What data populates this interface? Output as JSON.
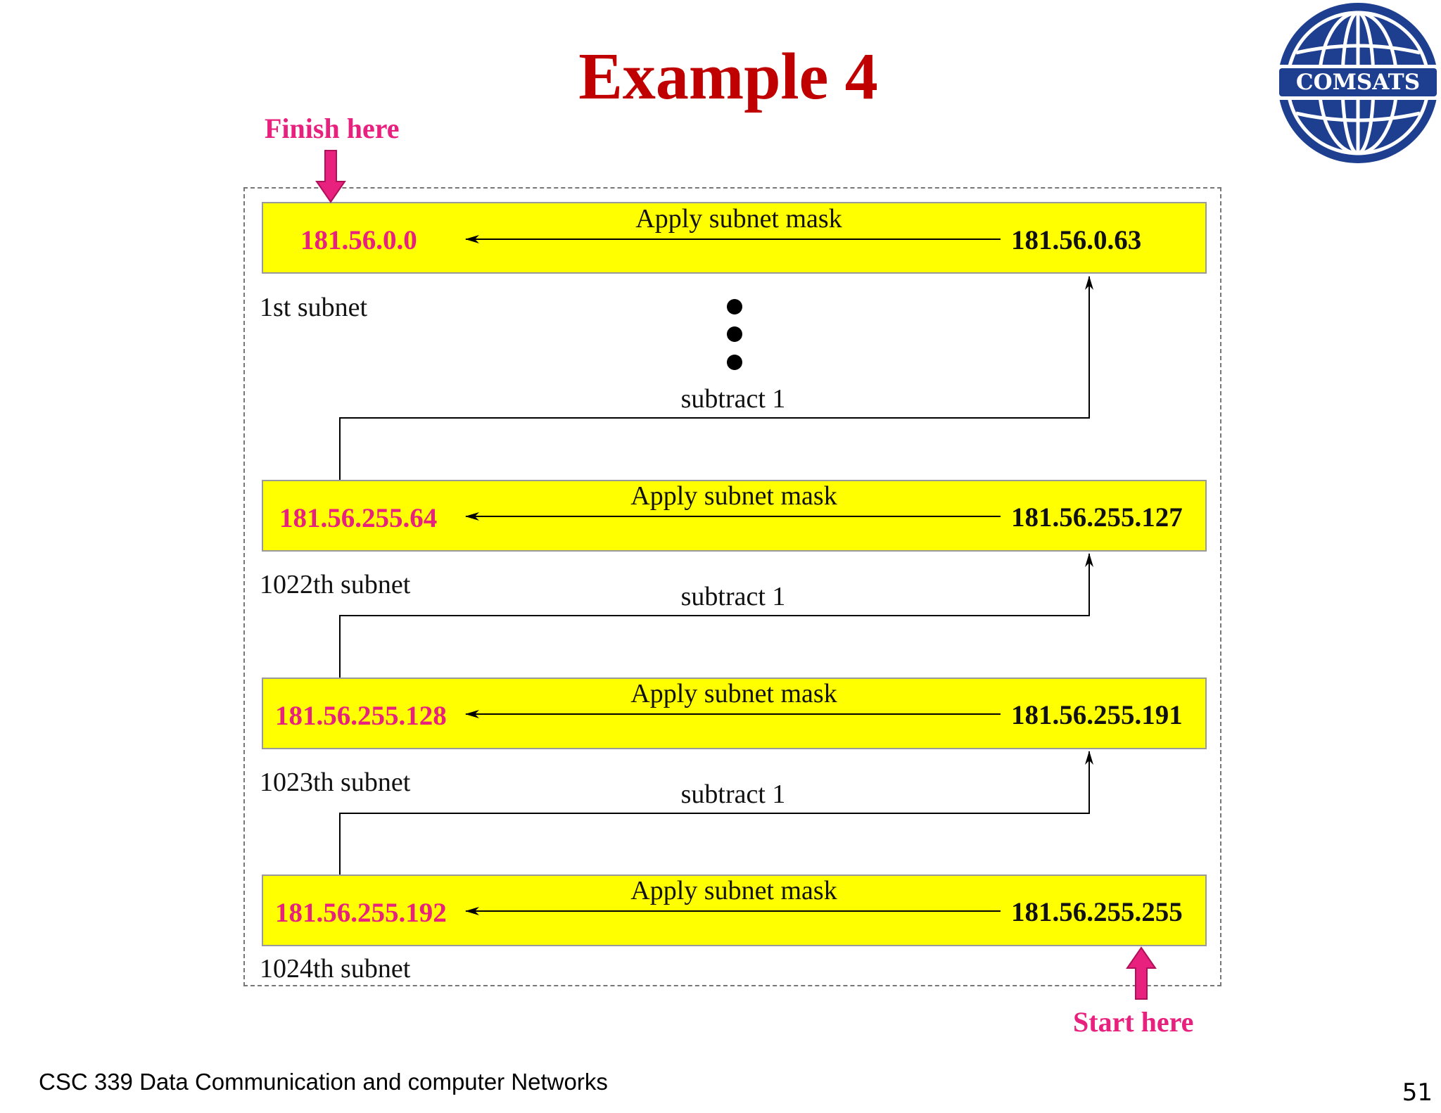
{
  "slide": {
    "title": "Example 4",
    "footer": "CSC 339 Data Communication and computer Networks",
    "page_number": "51"
  },
  "logo": {
    "text": "COMSATS"
  },
  "callouts": {
    "finish": "Finish here",
    "start": "Start here"
  },
  "rows": [
    {
      "start_address": "181.56.0.0",
      "end_address": "181.56.0.63",
      "mask_label": "Apply subnet mask",
      "subnet_label": "1st subnet"
    },
    {
      "start_address": "181.56.255.64",
      "end_address": "181.56.255.127",
      "mask_label": "Apply subnet mask",
      "subnet_label": "1022th subnet"
    },
    {
      "start_address": "181.56.255.128",
      "end_address": "181.56.255.191",
      "mask_label": "Apply subnet mask",
      "subnet_label": "1023th subnet"
    },
    {
      "start_address": "181.56.255.192",
      "end_address": "181.56.255.255",
      "mask_label": "Apply subnet mask",
      "subnet_label": "1024th subnet"
    }
  ],
  "steps": [
    "subtract 1",
    "subtract 1",
    "subtract 1"
  ],
  "colors": {
    "title": "#c00000",
    "highlight": "#e8207e",
    "band": "#ffff00",
    "logo_blue": "#1e3f8f"
  }
}
